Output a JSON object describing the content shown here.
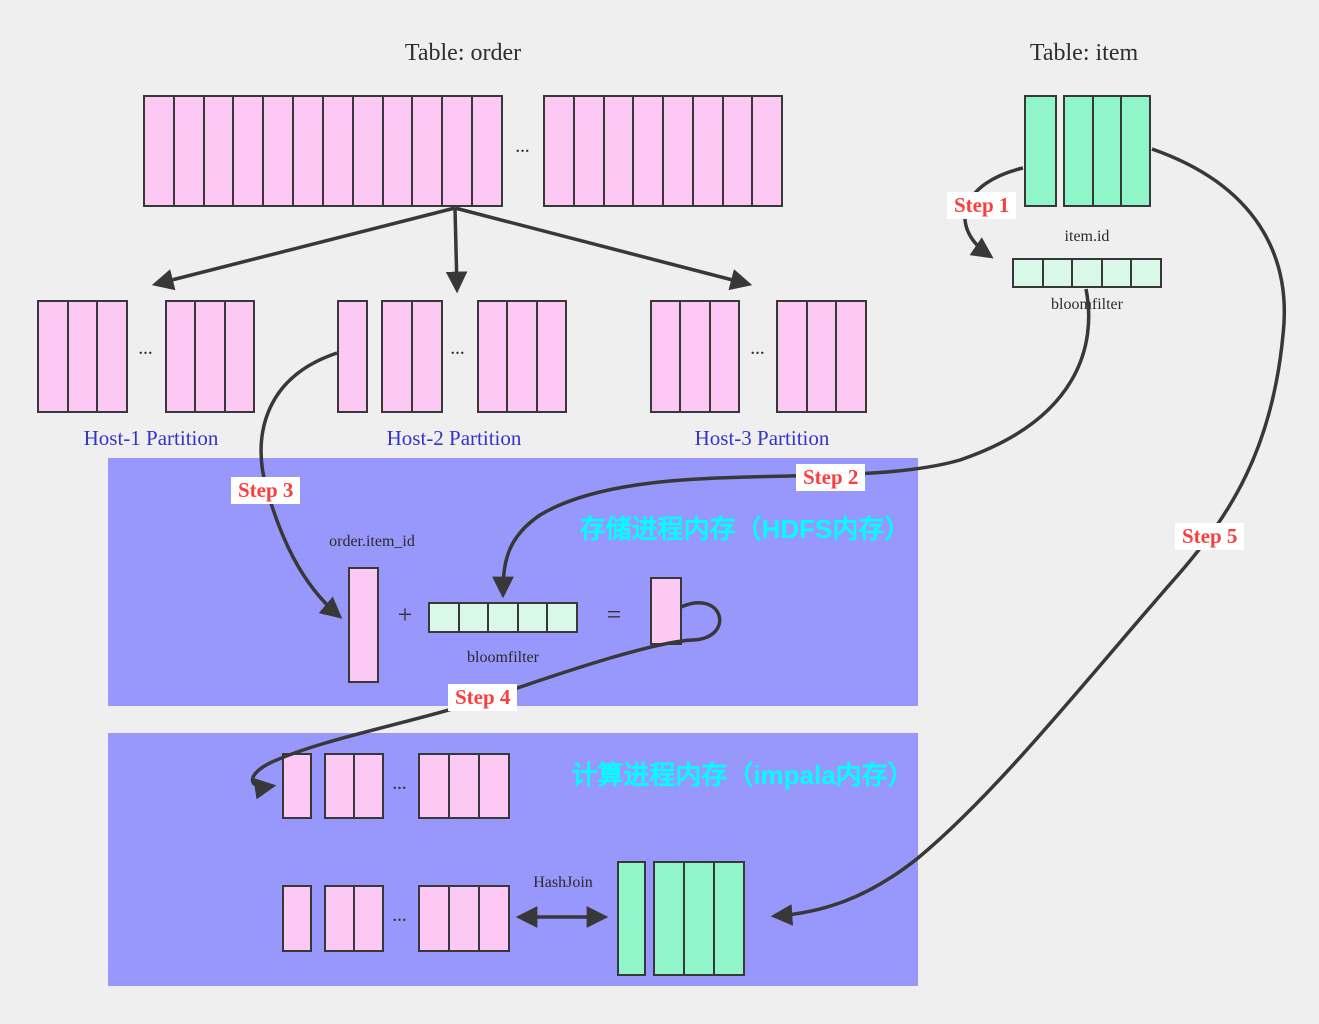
{
  "page": {
    "background": "#efefef"
  },
  "ellipsis": "...",
  "tables": {
    "order": {
      "title": "Table: order",
      "left_cells": 12,
      "right_cells": 8
    },
    "item": {
      "title": "Table: item",
      "single_cells": 1,
      "group_cells": 3,
      "id_label": "item.id",
      "bloomfilter_cells": 5,
      "bloomfilter_label": "bloomfilter"
    }
  },
  "steps": {
    "s1": "Step 1",
    "s2": "Step 2",
    "s3": "Step 3",
    "s4": "Step 4",
    "s5": "Step 5"
  },
  "hosts": [
    {
      "label": "Host-1 Partition",
      "group_a_cells": 3,
      "group_b_cells": 3
    },
    {
      "label": "Host-2 Partition",
      "single_cells": 1,
      "group_a_cells": 2,
      "group_b_cells": 3
    },
    {
      "label": "Host-3 Partition",
      "group_a_cells": 3,
      "group_b_cells": 3
    }
  ],
  "hdfs_box": {
    "title": "存储进程内存（HDFS内存）",
    "order_item_id_label": "order.item_id",
    "order_col_cells": 1,
    "plus": "+",
    "bloomfilter_cells": 5,
    "bloomfilter_label": "bloomfilter",
    "equals": "=",
    "result_col_cells": 1
  },
  "impala_box": {
    "title": "计算进程内存（impala内存）",
    "top_single_cells": 1,
    "top_group_a_cells": 2,
    "top_group_b_cells": 3,
    "bottom_single_cells": 1,
    "bottom_group_a_cells": 2,
    "bottom_group_b_cells": 3,
    "hashjoin_label": "HashJoin",
    "item_single_cells": 1,
    "item_group_cells": 3
  },
  "colors": {
    "pink": "#fbc9f3",
    "green": "#90f5c8",
    "light_green": "#d9f8e8",
    "memory_box_purple": "#9897fb",
    "cyan_title": "#00ffff",
    "step_red": "#fb3d3d",
    "host_label_blue": "#3534c9",
    "line_dark": "#383838"
  }
}
